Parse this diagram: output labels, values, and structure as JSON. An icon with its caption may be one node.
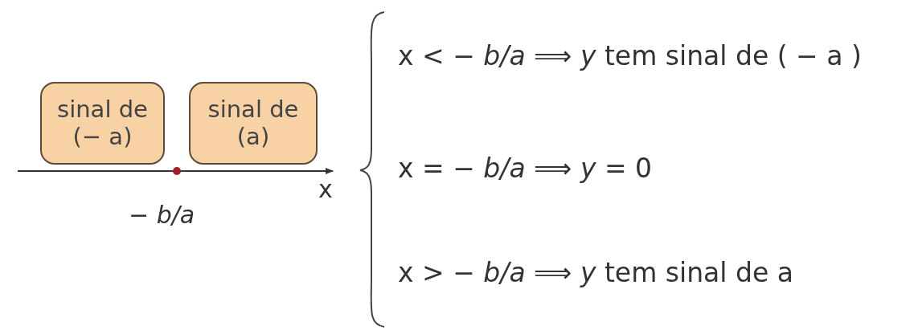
{
  "diagram": {
    "nodes": [
      {
        "text": [
          "sinal de (− a)"
        ]
      },
      {
        "text": [
          "sinal de (a)"
        ]
      }
    ],
    "labels": [
      "x",
      "− *b/a*",
      "x < − *b/a* ⟹ *y* tem sinal de ( − a )",
      "x = − *b/a* ⟹ *y* = 0",
      "x > − *b/a* ⟹ *y* tem sinal de a"
    ]
  }
}
